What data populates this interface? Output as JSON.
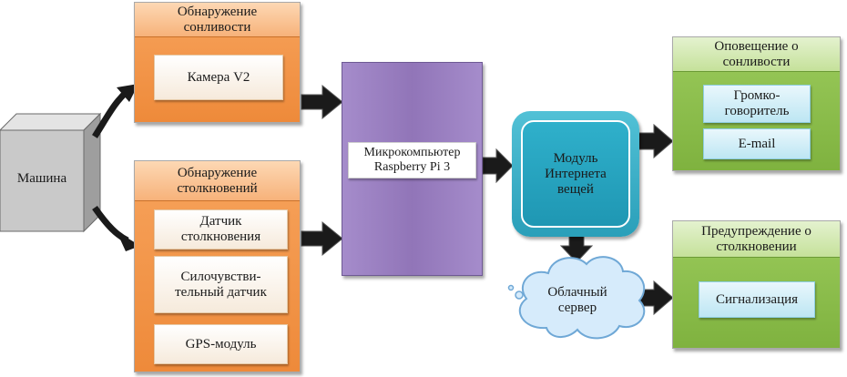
{
  "machine": "Машина",
  "drowsiness_detection": {
    "title": "Обнаружение сонливости",
    "items": [
      "Камера V2"
    ]
  },
  "collision_detection": {
    "title": "Обнаружение столкновений",
    "items": [
      "Датчик столкновения",
      "Силочувстви-тельный датчик",
      "GPS-модуль"
    ]
  },
  "microcomputer": "Микрокомпьютер Raspberry Pi 3",
  "iot_module": "Модуль Интернета вещей",
  "cloud_server": "Облачный сервер",
  "drowsiness_alert": {
    "title": "Оповещение о сонливости",
    "items": [
      "Громко-говоритель",
      "E-mail"
    ]
  },
  "collision_warning": {
    "title": "Предупреждение о столкновении",
    "items": [
      "Сигнализация"
    ]
  },
  "colors": {
    "orange": "#f0913f",
    "purple": "#9c83c0",
    "teal": "#3fb2c9",
    "green": "#8cbf4c",
    "arrow": "#1a1a1a"
  }
}
